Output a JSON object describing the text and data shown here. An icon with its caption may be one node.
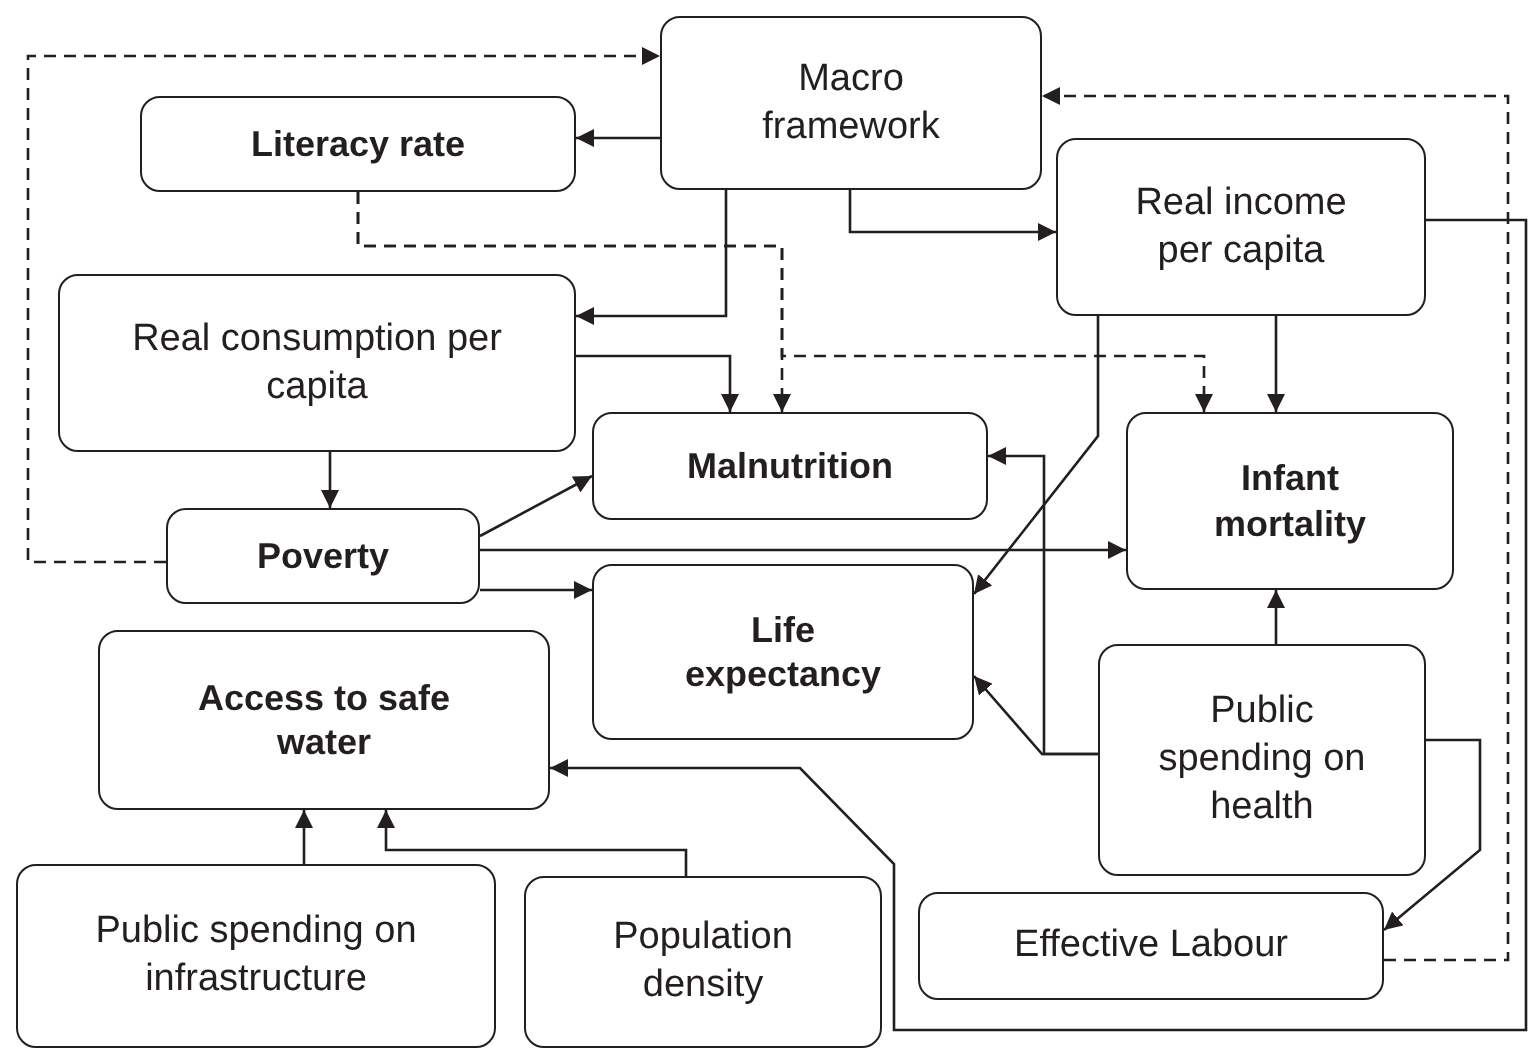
{
  "diagram": {
    "nodes": [
      {
        "text": [
          "Macro framework"
        ]
      },
      {
        "text": [
          "Literacy rate"
        ]
      },
      {
        "text": [
          "Real income per capita"
        ]
      },
      {
        "text": [
          "Real consumption per capita"
        ]
      },
      {
        "text": [
          "Malnutrition"
        ]
      },
      {
        "text": [
          "Infant mortality"
        ]
      },
      {
        "text": [
          "Poverty"
        ]
      },
      {
        "text": [
          "Life expectancy"
        ]
      },
      {
        "text": [
          "Access to safe water"
        ]
      },
      {
        "text": [
          "Public spending on health"
        ]
      },
      {
        "text": [
          "Effective Labour"
        ]
      },
      {
        "text": [
          "Public spending on infrastructure"
        ]
      },
      {
        "text": [
          "Population density"
        ]
      }
    ],
    "edges": [
      {
        "from": 0,
        "to": 1,
        "arrow": "to"
      },
      {
        "from": 0,
        "to": 3,
        "arrow": "to"
      },
      {
        "from": 0,
        "to": 2,
        "arrow": "to"
      },
      {
        "from": 1,
        "to": 4,
        "arrow": "to",
        "style": "dashed"
      },
      {
        "from": 1,
        "to": 5,
        "arrow": "to",
        "style": "dashed"
      },
      {
        "from": 3,
        "to": 4,
        "arrow": "to"
      },
      {
        "from": 3,
        "to": 6,
        "arrow": "to"
      },
      {
        "from": 2,
        "to": 5,
        "arrow": "to"
      },
      {
        "from": 2,
        "to": 7,
        "arrow": "to"
      },
      {
        "from": 2,
        "to": 8,
        "arrow": "to"
      },
      {
        "from": 6,
        "to": 4,
        "arrow": "to"
      },
      {
        "from": 6,
        "to": 5,
        "arrow": "to"
      },
      {
        "from": 6,
        "to": 7,
        "arrow": "to"
      },
      {
        "from": 6,
        "to": 0,
        "arrow": "to",
        "style": "dashed"
      },
      {
        "from": 9,
        "to": 4,
        "arrow": "to"
      },
      {
        "from": 9,
        "to": 7,
        "arrow": "to"
      },
      {
        "from": 9,
        "to": 5,
        "arrow": "to"
      },
      {
        "from": 9,
        "to": 10,
        "arrow": "to"
      },
      {
        "from": 10,
        "to": 0,
        "arrow": "to",
        "style": "dashed"
      },
      {
        "from": 11,
        "to": 8,
        "arrow": "to"
      },
      {
        "from": 12,
        "to": 8,
        "arrow": "to"
      }
    ]
  }
}
